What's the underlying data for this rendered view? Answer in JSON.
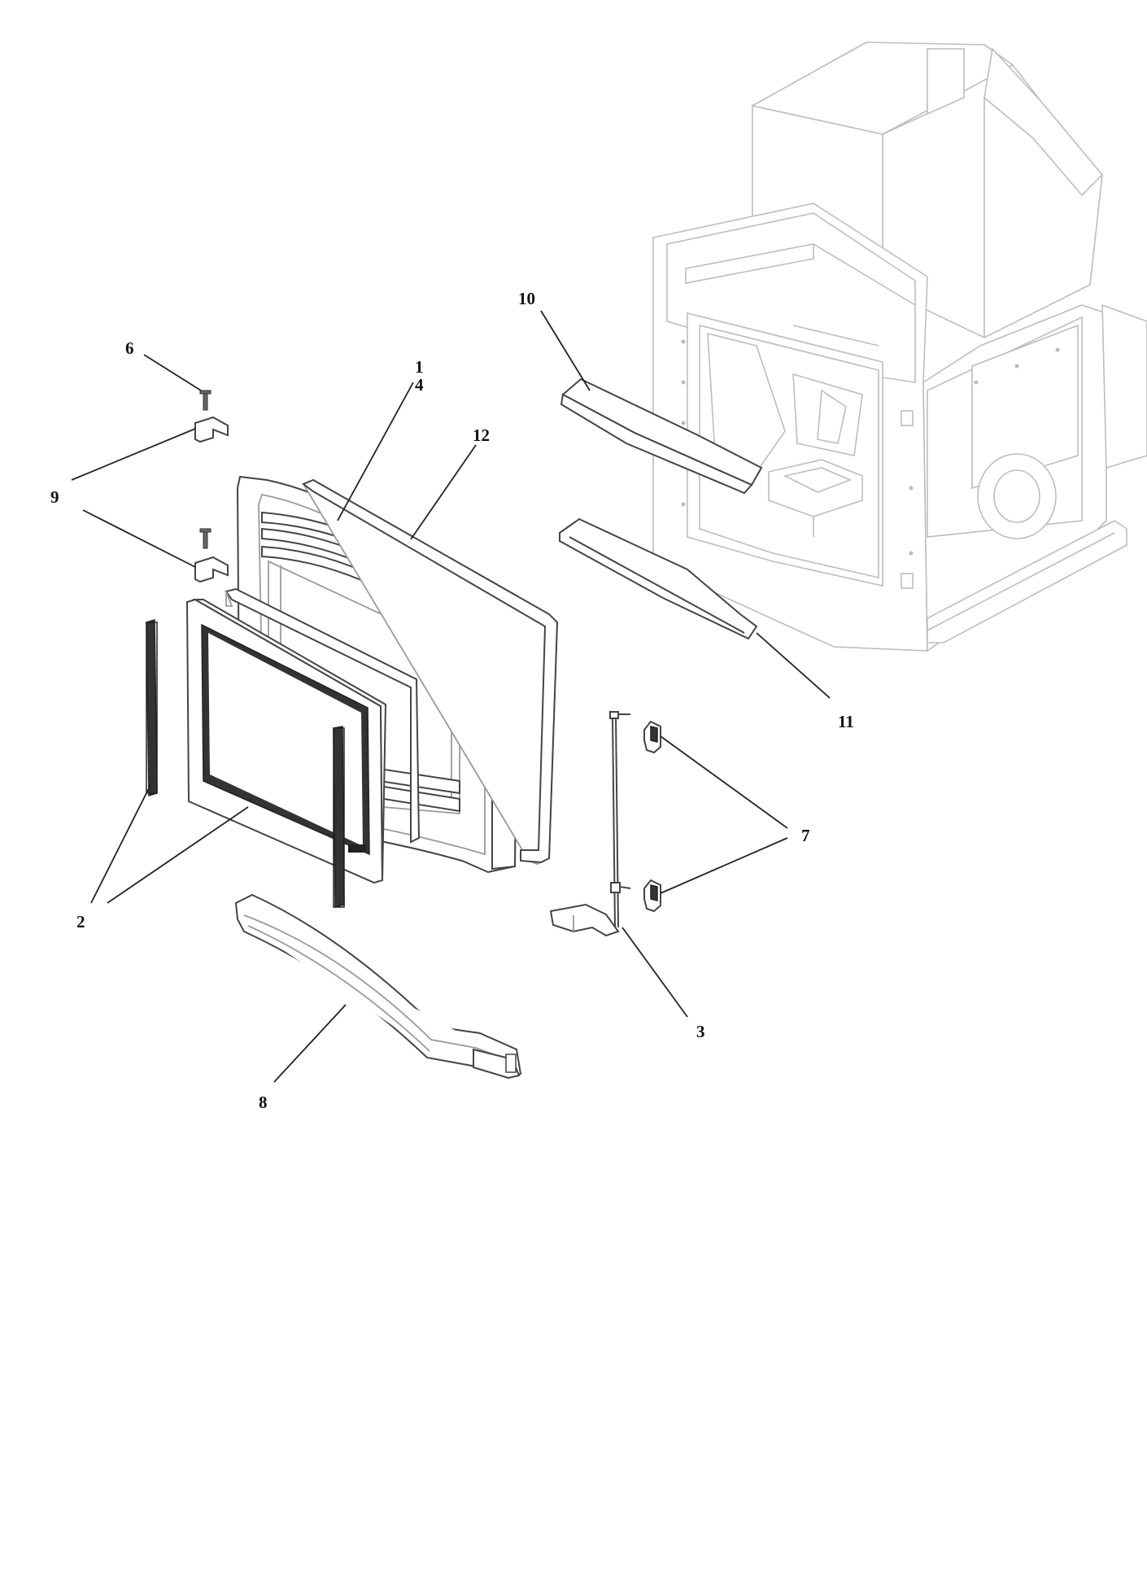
{
  "diagram": {
    "type": "exploded-parts-diagram",
    "callouts": [
      {
        "id": "1",
        "text": "1"
      },
      {
        "id": "4",
        "text": "4"
      },
      {
        "id": "12",
        "text": "12"
      },
      {
        "id": "6",
        "text": "6"
      },
      {
        "id": "9",
        "text": "9"
      },
      {
        "id": "10",
        "text": "10"
      },
      {
        "id": "11",
        "text": "11"
      },
      {
        "id": "2",
        "text": "2"
      },
      {
        "id": "7",
        "text": "7"
      },
      {
        "id": "3",
        "text": "3"
      },
      {
        "id": "8",
        "text": "8"
      }
    ]
  }
}
